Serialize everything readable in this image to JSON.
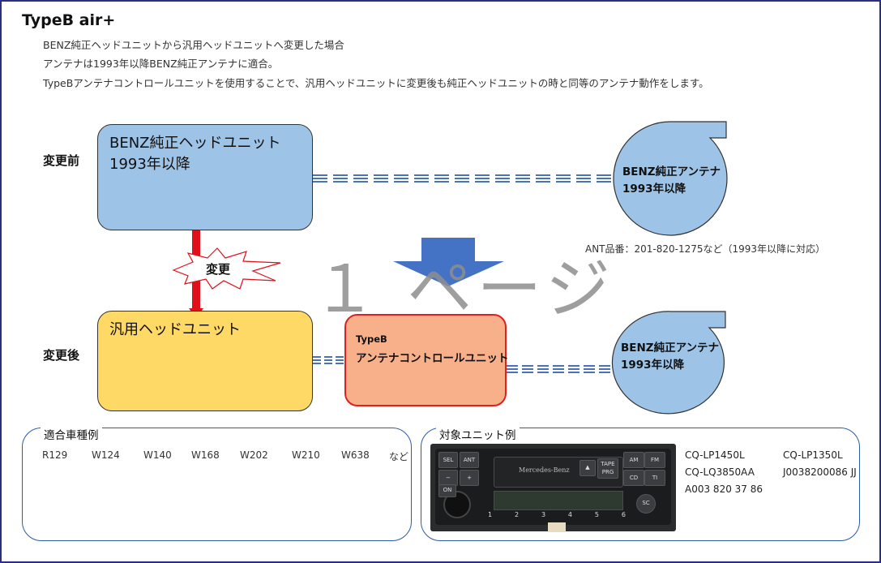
{
  "header": {
    "title": "TypeB air+",
    "lines": [
      "BENZ純正ヘッドユニットから汎用ヘッドユニットへ変更した場合",
      "アンテナは1993年以降BENZ純正アンテナに適合。",
      "TypeBアンテナコントロールユニットを使用することで、汎用ヘッドユニットに変更後も純正ヘッドユニットの時と同等のアンテナ動作をします。"
    ]
  },
  "diagram": {
    "before": {
      "label": "変更前",
      "head_unit": "BENZ純正ヘッドユニット\n1993年以降",
      "antenna_line1": "BENZ純正アンテナ",
      "antenna_line2": "1993年以降",
      "antenna_part_note": "ANT品番：201-820-1275など（1993年以降に対応）"
    },
    "change_label": "変更",
    "watermark": "１ ページ",
    "after": {
      "label": "変更後",
      "head_unit": "汎用ヘッドユニット",
      "control_small": "TypeB",
      "control_big": "アンテナコントロールユニット",
      "antenna_line1": "BENZ純正アンテナ",
      "antenna_line2": "1993年以降"
    }
  },
  "models_panel": {
    "title": "適合車種例",
    "models": [
      "R129",
      "W124",
      "W140",
      "W168",
      "W202",
      "W210",
      "W638",
      "など"
    ]
  },
  "units_panel": {
    "title": "対象ユニット例",
    "radio": {
      "brand": "Mercedes-Benz",
      "buttons": [
        "SEL",
        "ANT",
        "−",
        "+",
        "AM",
        "FM",
        "CD",
        "TI",
        "TAPE PRG",
        "ON",
        "SC"
      ],
      "presets": [
        "1",
        "2",
        "3",
        "4",
        "5",
        "6"
      ]
    },
    "codes": [
      "CQ-LP1450L",
      "CQ-LP1350L",
      "CQ-LQ3850AA",
      "J0038200086 JJ",
      "A003 820 37 86"
    ]
  },
  "colors": {
    "benz_box": "#9dc3e6",
    "generic_box": "#ffd966",
    "control_box": "#f8b08a",
    "control_border": "#e02020",
    "antenna": "#9dc3e6",
    "arrow_blue": "#4472c4",
    "change_arrow": "#e0101a"
  }
}
